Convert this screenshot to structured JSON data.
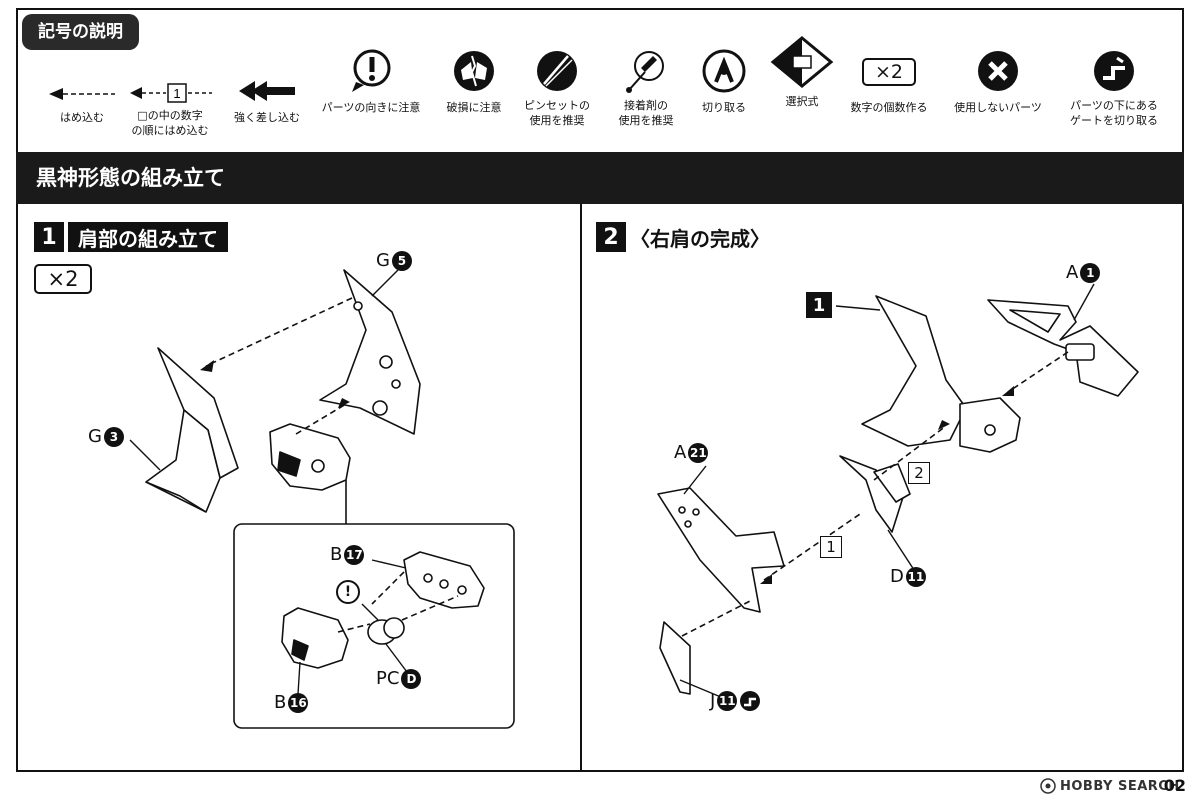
{
  "legend": {
    "title": "記号の説明",
    "symbols": [
      {
        "icon": "arrow-dashed-icon",
        "label": "はめ込む"
      },
      {
        "icon": "arrow-dashed-number-icon",
        "badge": "1",
        "label_line1": "□の中の数字",
        "label_line2": "の順にはめ込む"
      },
      {
        "icon": "double-arrow-icon",
        "label": "強く差し込む"
      },
      {
        "icon": "exclamation-bubble-icon",
        "label": "パーツの向きに注意"
      },
      {
        "icon": "broken-part-icon",
        "label": "破損に注意"
      },
      {
        "icon": "tweezers-icon",
        "label_line1": "ピンセットの",
        "label_line2": "使用を推奨"
      },
      {
        "icon": "glue-icon",
        "label_line1": "接着剤の",
        "label_line2": "使用を推奨"
      },
      {
        "icon": "nipper-icon",
        "label": "切り取る"
      },
      {
        "icon": "selection-icon",
        "label": "選択式"
      },
      {
        "icon": "multiply-icon",
        "badge": "×2",
        "label": "数字の個数作る"
      },
      {
        "icon": "unused-part-icon",
        "label": "使用しないパーツ"
      },
      {
        "icon": "gate-cut-icon",
        "label_line1": "パーツの下にある",
        "label_line2": "ゲートを切り取る"
      }
    ]
  },
  "section": {
    "title": "黒神形態の組み立て"
  },
  "step1": {
    "number": "1",
    "title": "肩部の組み立て",
    "multiplier": "×2",
    "labels": {
      "g5_letter": "G",
      "g5_num": "5",
      "g3_letter": "G",
      "g3_num": "3",
      "b17_letter": "B",
      "b17_num": "17",
      "b16_letter": "B",
      "b16_num": "16",
      "pcd_letter": "PC",
      "pcd_num": "D",
      "caution": "!"
    }
  },
  "step2": {
    "number": "2",
    "title": "〈右肩の完成〉",
    "labels": {
      "ref_step": "1",
      "a1_letter": "A",
      "a1_num": "1",
      "a21_letter": "A",
      "a21_num": "21",
      "d11_letter": "D",
      "d11_num": "11",
      "j11_letter": "J",
      "j11_num": "11",
      "order1": "1",
      "order2": "2"
    }
  },
  "footer": {
    "brand": "HOBBY SEARCH",
    "page": "02"
  }
}
